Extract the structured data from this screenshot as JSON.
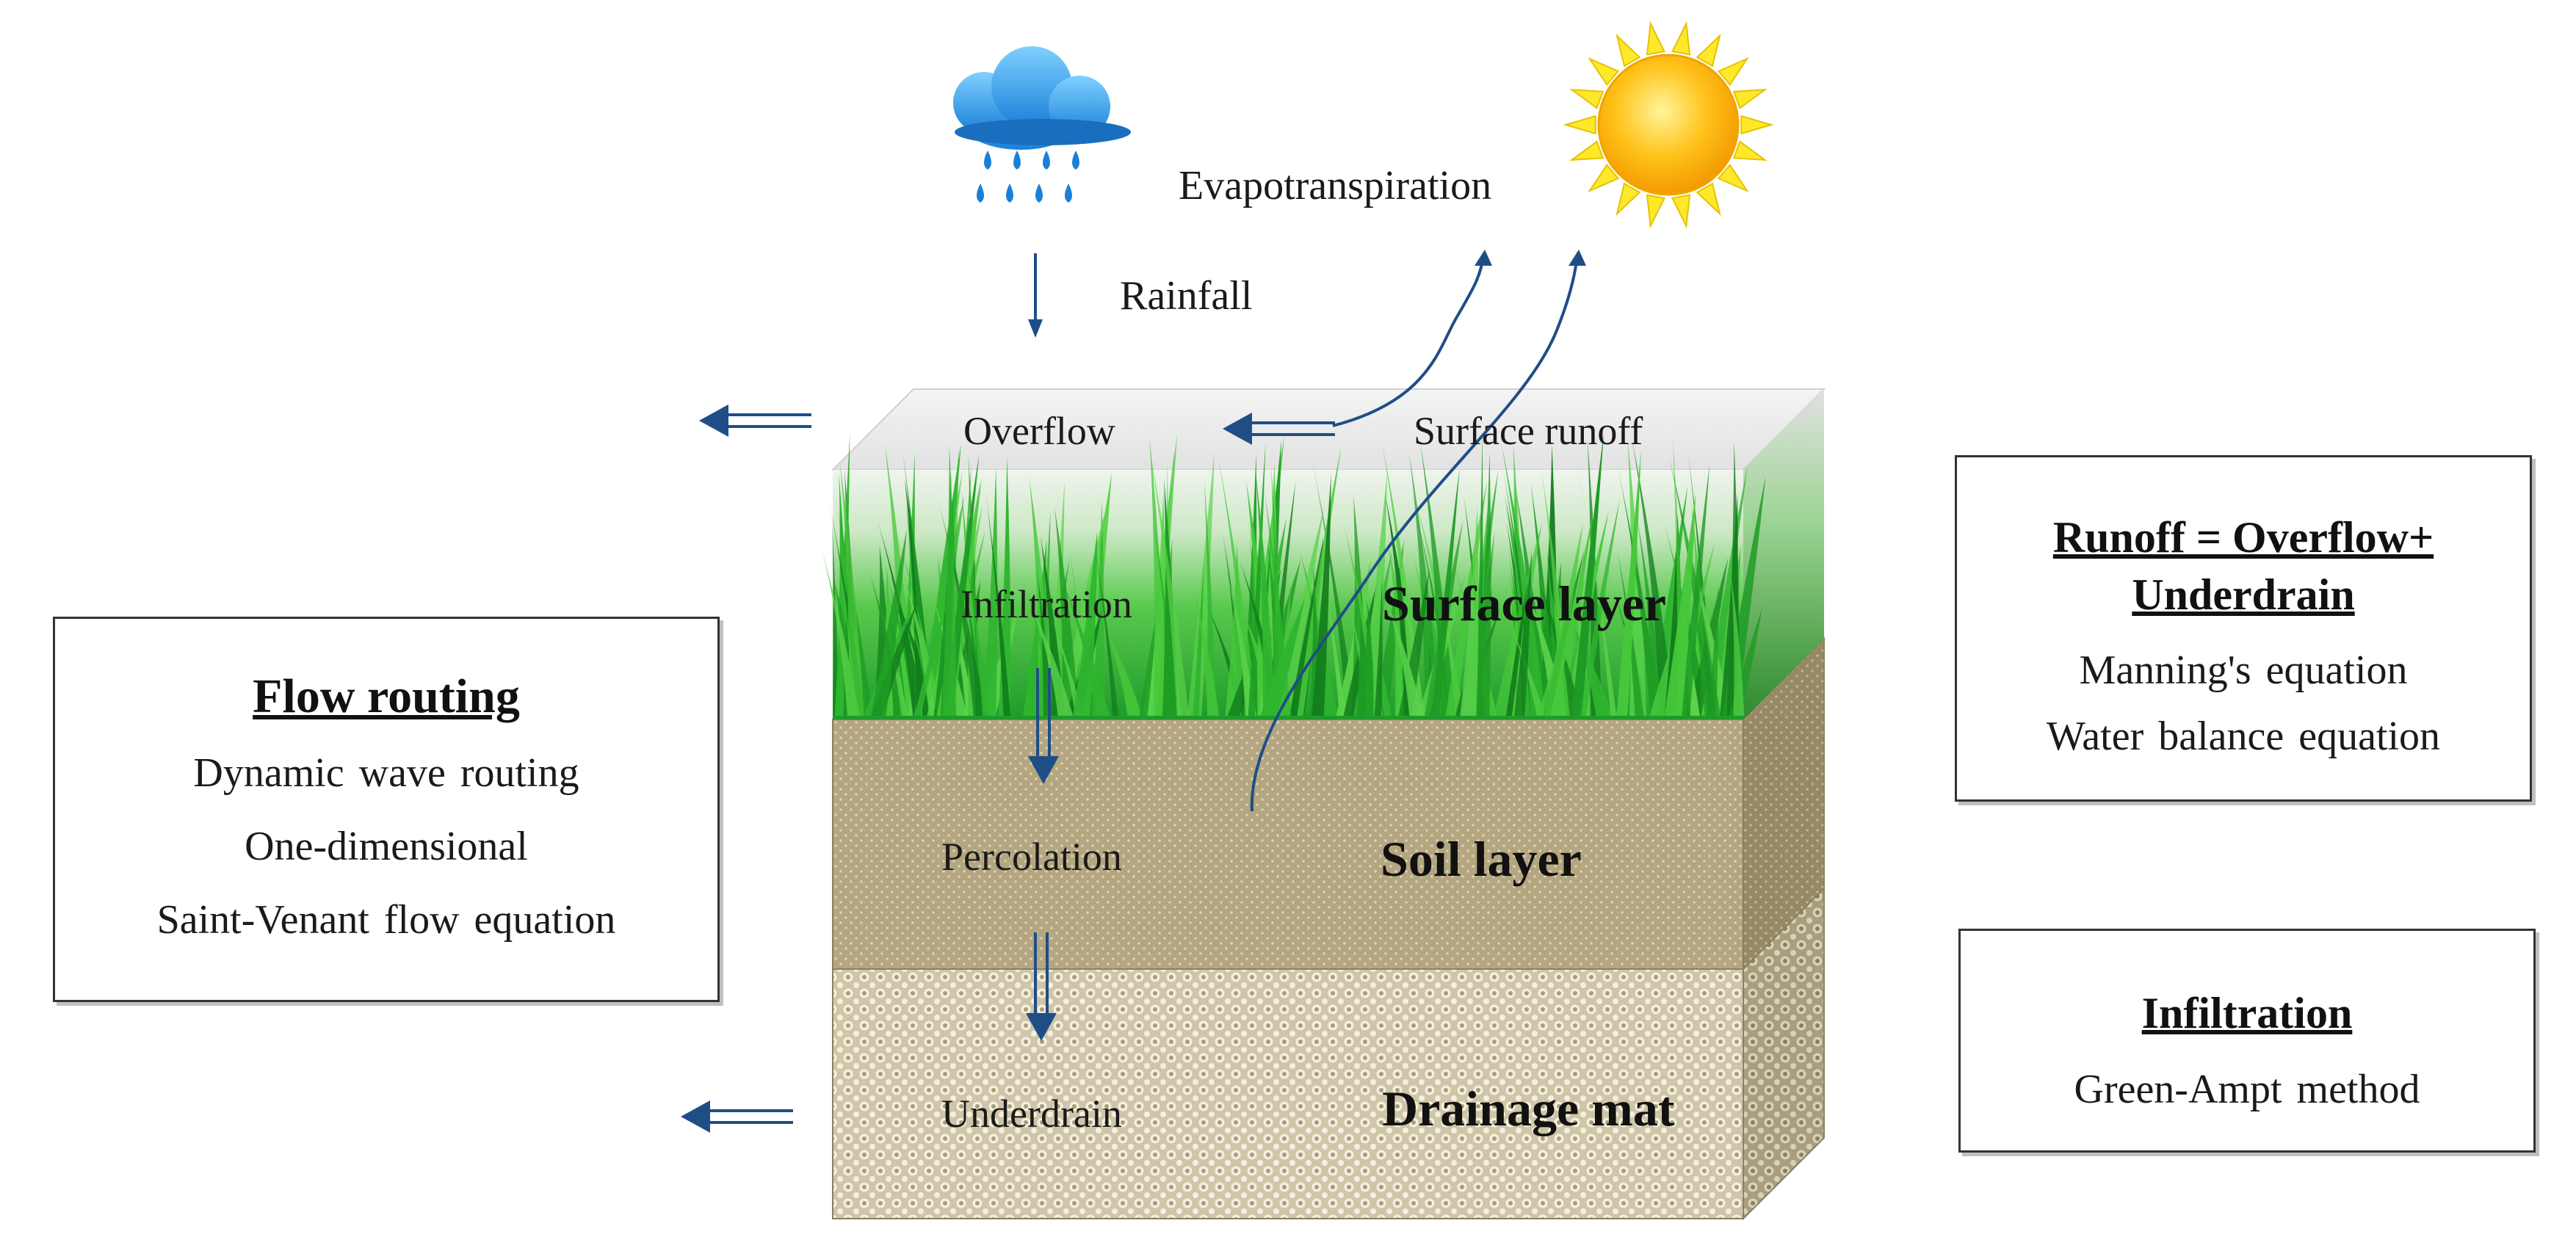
{
  "weather": {
    "rain_icon": "rain-cloud-icon",
    "sun_icon": "sun-icon",
    "rainfall": "Rainfall",
    "evapotranspiration": "Evapotranspiration"
  },
  "layers": {
    "surface": {
      "title": "Surface layer",
      "overflow": "Overflow",
      "surface_runoff": "Surface runoff",
      "infiltration": "Infiltration"
    },
    "soil": {
      "title": "Soil layer",
      "percolation": "Percolation"
    },
    "drainage": {
      "title": "Drainage mat",
      "underdrain": "Underdrain"
    }
  },
  "boxes": {
    "flow_routing": {
      "title": "Flow routing",
      "lines": [
        "Dynamic wave routing",
        "One-dimensional",
        "Saint-Venant flow equation"
      ]
    },
    "runoff": {
      "title_line1": "Runoff = Overflow+",
      "title_line2": "Underdrain",
      "lines": [
        "Manning's equation",
        "Water balance equation"
      ]
    },
    "infiltration": {
      "title": "Infiltration",
      "lines": [
        "Green-Ampt method"
      ]
    }
  },
  "colors": {
    "arrow": "#1f4e87",
    "grass": "#2fb52f",
    "soil": "#b3a680",
    "drainage": "#d6cdb2"
  }
}
